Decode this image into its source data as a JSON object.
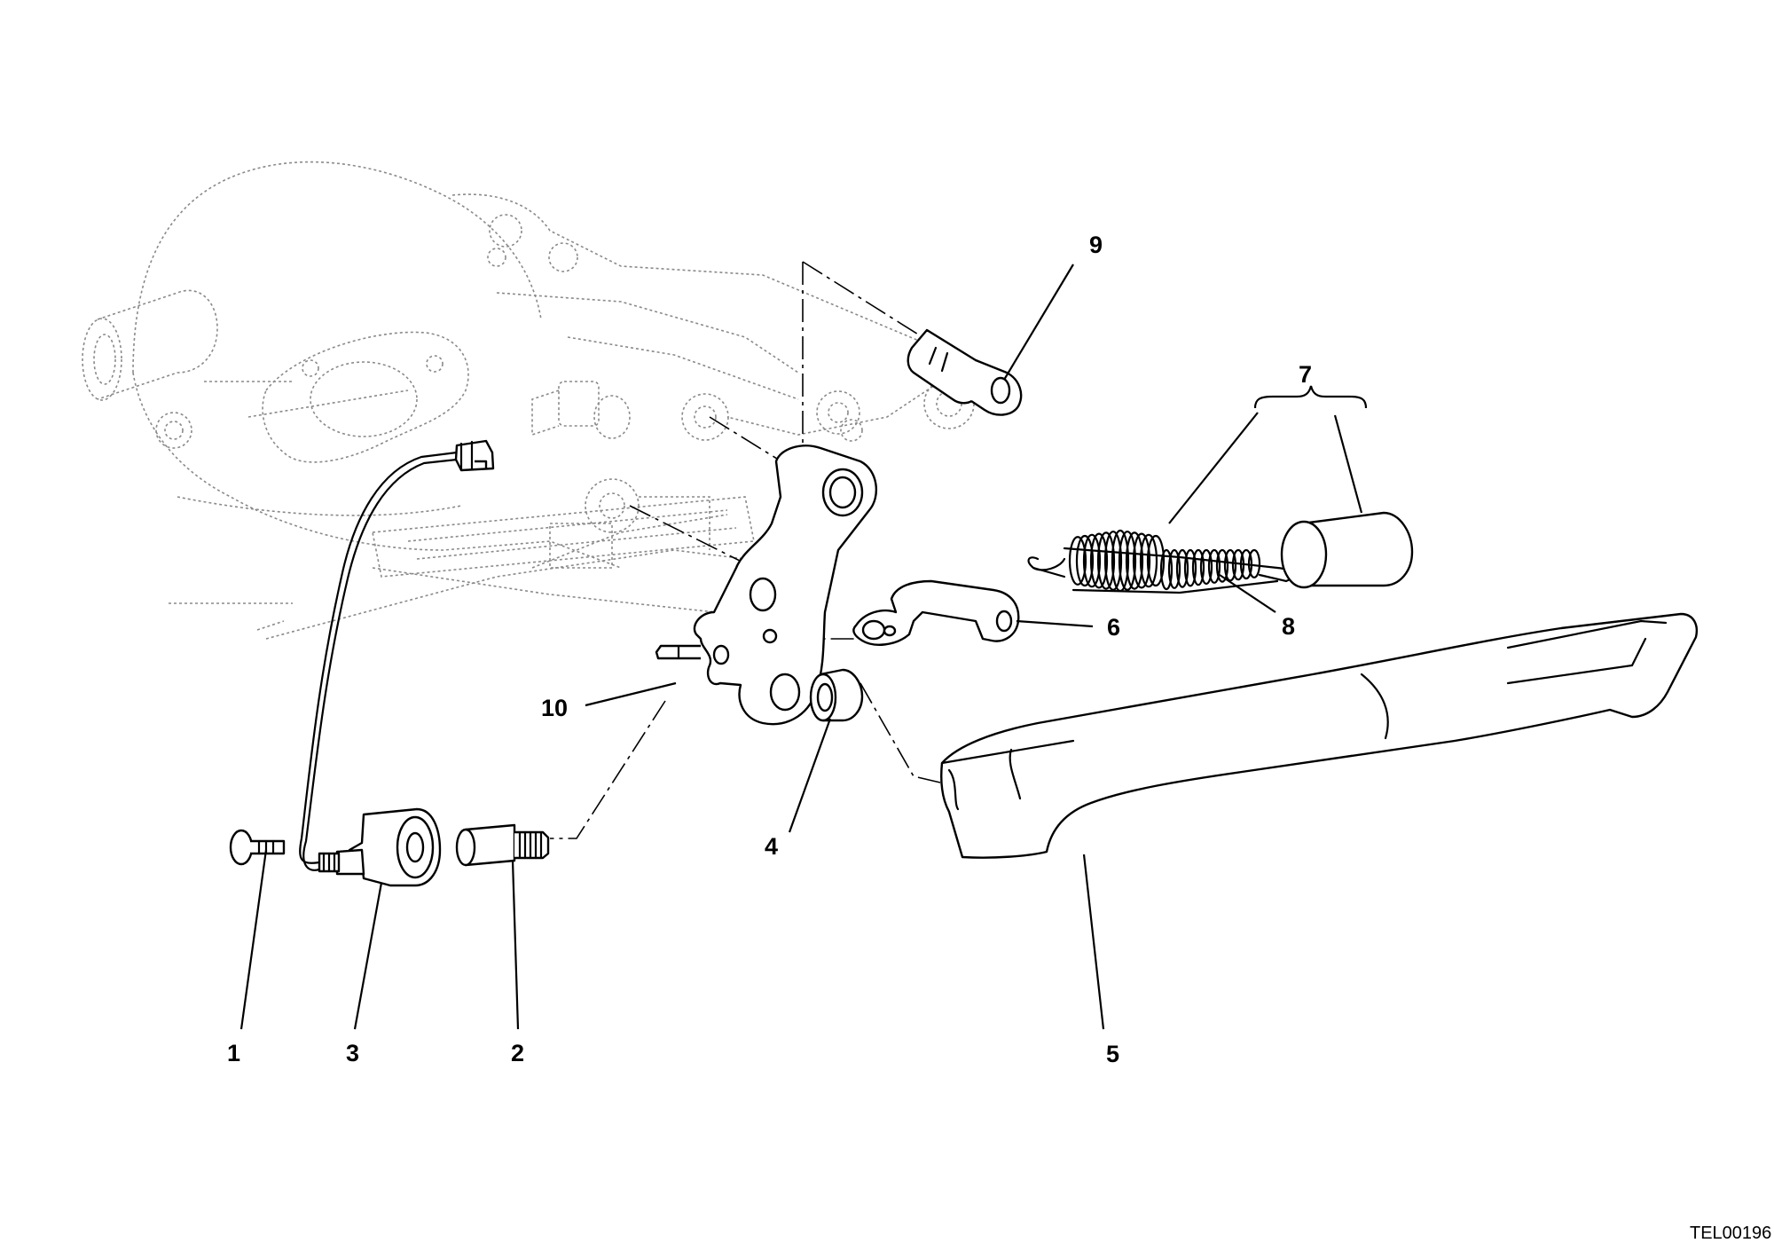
{
  "callouts": [
    {
      "id": "1",
      "label": "1"
    },
    {
      "id": "2",
      "label": "2"
    },
    {
      "id": "3",
      "label": "3"
    },
    {
      "id": "4",
      "label": "4"
    },
    {
      "id": "5",
      "label": "5"
    },
    {
      "id": "6",
      "label": "6"
    },
    {
      "id": "7",
      "label": "7"
    },
    {
      "id": "8",
      "label": "8"
    },
    {
      "id": "9",
      "label": "9"
    },
    {
      "id": "10",
      "label": "10"
    }
  ],
  "drawing_ref": "TEL00196"
}
